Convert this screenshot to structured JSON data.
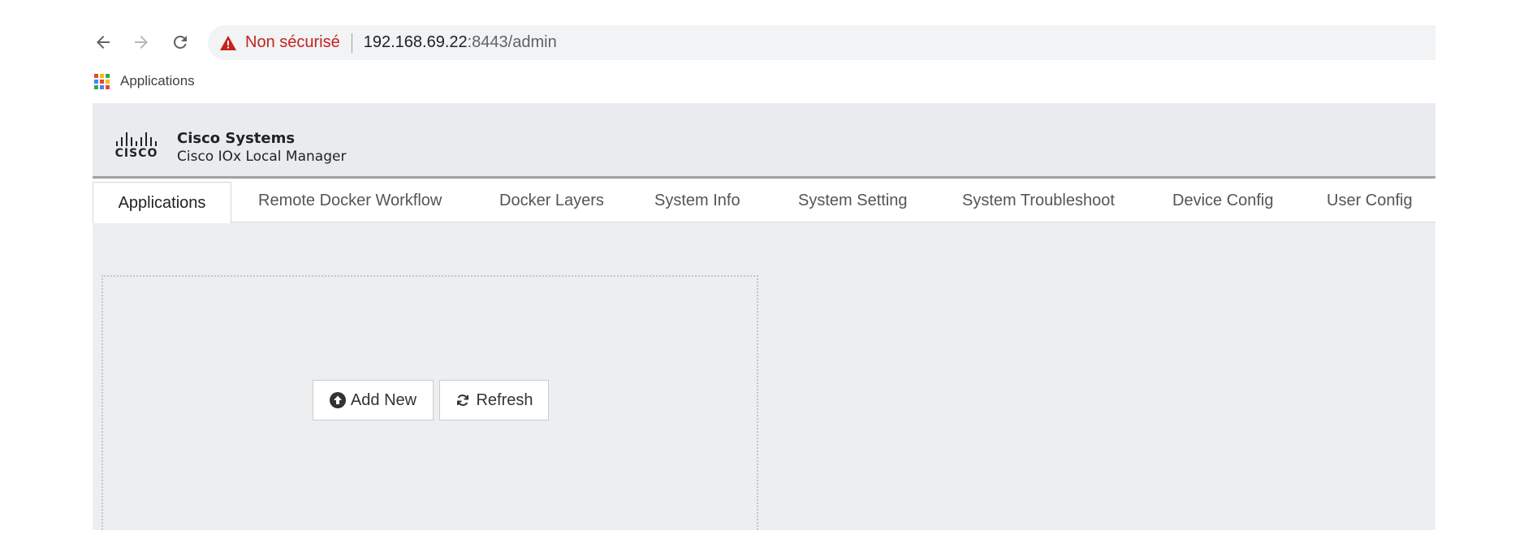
{
  "browser": {
    "security_label": "Non sécurisé",
    "url_host": "192.168.69.22",
    "url_path": ":8443/admin",
    "bookmark_apps_label": "Applications"
  },
  "header": {
    "logo_text": "CISCO",
    "company": "Cisco Systems",
    "product": "Cisco IOx Local Manager"
  },
  "tabs": [
    {
      "label": "Applications",
      "active": true
    },
    {
      "label": "Remote Docker Workflow"
    },
    {
      "label": "Docker Layers"
    },
    {
      "label": "System Info"
    },
    {
      "label": "System Setting"
    },
    {
      "label": "System Troubleshoot"
    },
    {
      "label": "Device Config"
    },
    {
      "label": "User Config"
    }
  ],
  "actions": {
    "add_new": "Add New",
    "refresh": "Refresh"
  },
  "colors": {
    "insecure": "#c5221f",
    "header_bg": "#e9ebee",
    "content_bg": "#eceef0"
  }
}
